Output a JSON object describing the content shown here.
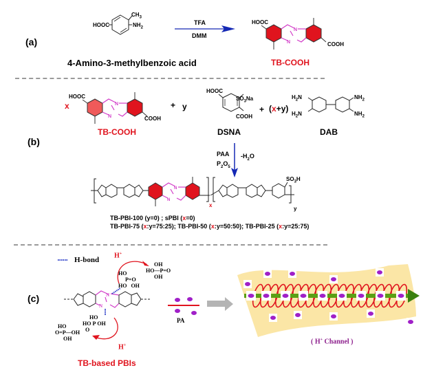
{
  "panels": {
    "a": {
      "label": "(a)",
      "reactant_name": "4-Amino-3-methylbenzoic acid",
      "reactant_groups": {
        "cooh": "HOOC",
        "ch3": "CH3",
        "nh2": "NH2"
      },
      "reagents_top": "TFA",
      "reagents_bottom": "DMM",
      "product_name": "TB-COOH",
      "product_groups": {
        "left": "HOOC",
        "right": "COOH",
        "n": "N"
      }
    },
    "b": {
      "label": "(b)",
      "coef_x": "x",
      "plus": "+",
      "coef_y": "y",
      "coef_xy_open": "(",
      "coef_xy_x": "x",
      "coef_xy_rest": "+y)",
      "monomer1_name": "TB-COOH",
      "monomer2_name": "DSNA",
      "monomer2_groups": {
        "cooh1": "HOOC",
        "so3na": "SO3Na",
        "cooh2": "COOH"
      },
      "monomer3_name": "DAB",
      "monomer3_groups": {
        "nh2": "H2N",
        "nh2r": "NH2"
      },
      "conditions_left_1": "PAA",
      "conditions_left_2": "P2O5",
      "conditions_right": "-H2O",
      "polymer_groups": {
        "so3h": "SO3H",
        "nh": "H",
        "n": "N",
        "sub_x": "x",
        "sub_y": "y"
      },
      "caption_line1": [
        {
          "t": "TB-PBI-100 (y=0) ; sPBI (",
          "c": "k"
        },
        {
          "t": "x",
          "c": "r"
        },
        {
          "t": "=0)",
          "c": "k"
        }
      ],
      "caption_line2": [
        {
          "t": "TB-PBI-75 (",
          "c": "k"
        },
        {
          "t": "x",
          "c": "r"
        },
        {
          "t": ":y=75:25); TB-PBI-50 (",
          "c": "k"
        },
        {
          "t": "x",
          "c": "r"
        },
        {
          "t": ":y=50:50); TB-PBI-25 (",
          "c": "k"
        },
        {
          "t": "x",
          "c": "r"
        },
        {
          "t": ":y=25:75)",
          "c": "k"
        }
      ]
    },
    "c": {
      "label": "(c)",
      "legend_label": "H-bond",
      "h_plus": "H+",
      "pa_label": "PA",
      "structure_label": "TB-based PBIs",
      "channel_label": "( H+ Channel )",
      "phosphoric_groups": {
        "ho": "HO",
        "oh": "OH",
        "p": "P",
        "o": "O"
      }
    }
  },
  "colors": {
    "accent_red": "#e0141e",
    "tb_magenta": "#d23cc8",
    "arrow_blue": "#1428b4",
    "channel_yellow": "#fbe6a6",
    "channel_green": "#5aa014",
    "hbond_blue": "#2a3cc8",
    "label_purple": "#8c1e8c",
    "pa_purple": "#a020c8",
    "gray_arrow": "#b4b4b4",
    "divider_gray": "#9a9a9a"
  }
}
